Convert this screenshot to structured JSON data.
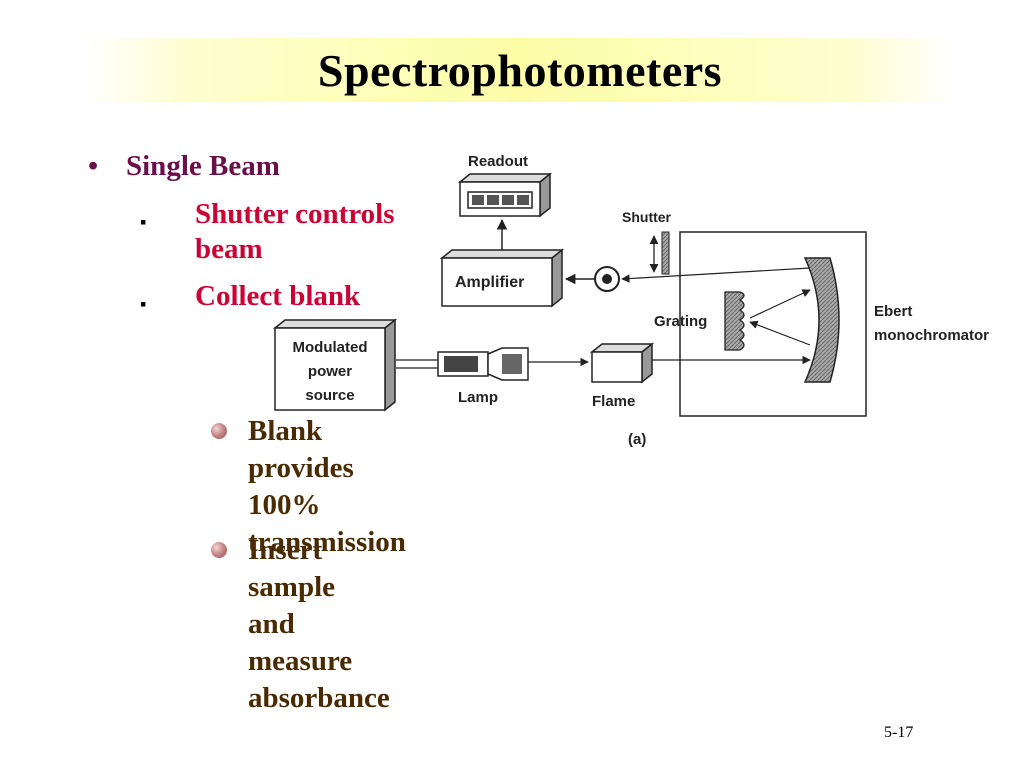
{
  "slide": {
    "title": "Spectrophotometers",
    "page_number": "5-17"
  },
  "bullets": {
    "level1": {
      "marker": "•",
      "text": "Single Beam"
    },
    "level2": [
      {
        "marker": "▪",
        "lines": [
          "Shutter controls",
          "beam"
        ]
      },
      {
        "marker": "▪",
        "lines": [
          "Collect blank"
        ]
      }
    ],
    "level3": [
      {
        "lines": [
          "Blank provides",
          "100%",
          "transmission"
        ]
      },
      {
        "lines": [
          "Insert sample",
          "and measure",
          "absorbance"
        ]
      }
    ]
  },
  "diagram": {
    "labels": {
      "readout": "Readout",
      "shutter": "Shutter",
      "amplifier": "Amplifier",
      "grating": "Grating",
      "ebert": "Ebert",
      "monochromator": "monochromator",
      "modulated": "Modulated",
      "power": "power",
      "source": "source",
      "lamp": "Lamp",
      "flame": "Flame",
      "caption": "(a)"
    }
  }
}
